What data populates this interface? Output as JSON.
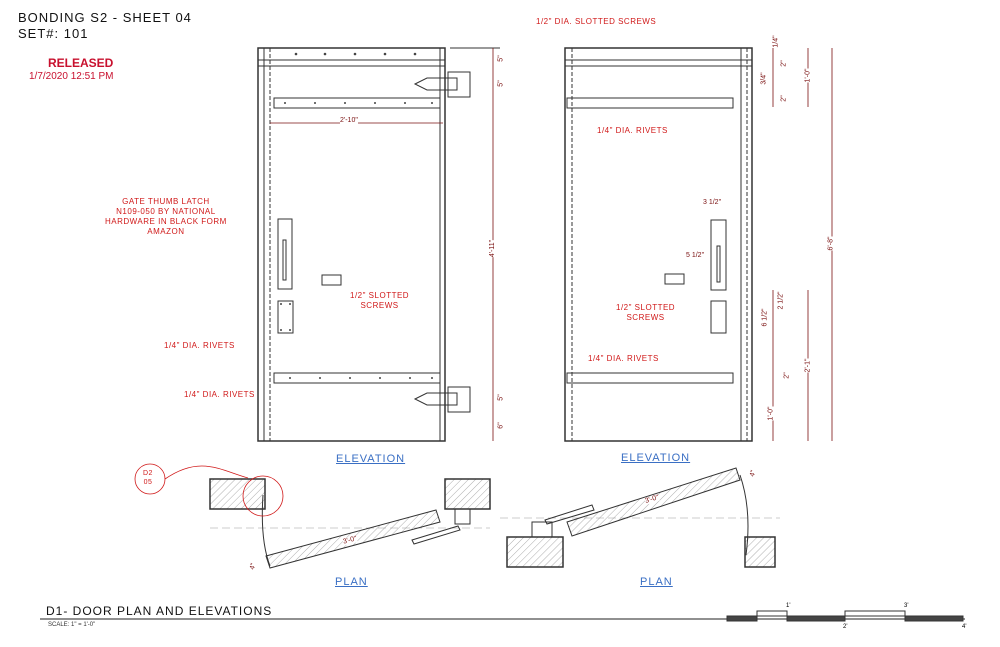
{
  "header": {
    "title": "BONDING S2 - SHEET 04",
    "set": "SET#: 101",
    "status": "RELEASED",
    "status_date": "1/7/2020 12:51 PM"
  },
  "left_elevation": {
    "label": "ELEVATION",
    "notes": {
      "latch": [
        "GATE THUMB LATCH",
        "N109-050 BY NATIONAL",
        "HARDWARE IN BLACK FORM",
        "AMAZON"
      ],
      "screws": [
        "1/2\" SLOTTED",
        "SCREWS"
      ],
      "rivets_plate": "1/4\" DIA. RIVETS",
      "rivets_bar": "1/4\" DIA. RIVETS"
    },
    "dims": {
      "width": "2'-10\"",
      "top1": "5\"",
      "top2": "5\"",
      "middle": "4'-11\"",
      "bottom1": "5\"",
      "bottom2": "6\""
    }
  },
  "right_elevation": {
    "label": "ELEVATION",
    "notes": {
      "top_screws": "1/2\" DIA. SLOTTED SCREWS",
      "top_rivets": "1/4\" DIA. RIVETS",
      "screws": [
        "1/2\" SLOTTED",
        "SCREWS"
      ],
      "bottom_rivets": "1/4\" DIA. RIVETS"
    },
    "dims": {
      "d1": "1/4\"",
      "d2": "2\"",
      "d3": "3/4\"",
      "d4": "2\"",
      "top_total": "1'-0\"",
      "overall": "6'-8\"",
      "latch_offset": "3 1/2\"",
      "screw_offset": "5 1/2\"",
      "d5": "2 1/2\"",
      "d6": "6 1/2\"",
      "d7": "2\"",
      "lower": "2'-1\"",
      "bottom": "1'-0\""
    }
  },
  "left_plan": {
    "label": "PLAN",
    "width": "3'-0\"",
    "thickness": "4\"",
    "callout": [
      "D2",
      "05"
    ]
  },
  "right_plan": {
    "label": "PLAN",
    "width": "3'-0\"",
    "thickness": "4\""
  },
  "footer": {
    "title": "D1- DOOR PLAN AND ELEVATIONS",
    "scale": "SCALE: 1\" = 1'-0\"",
    "scale_bar": [
      "1'",
      "2'",
      "3'",
      "4'"
    ]
  }
}
